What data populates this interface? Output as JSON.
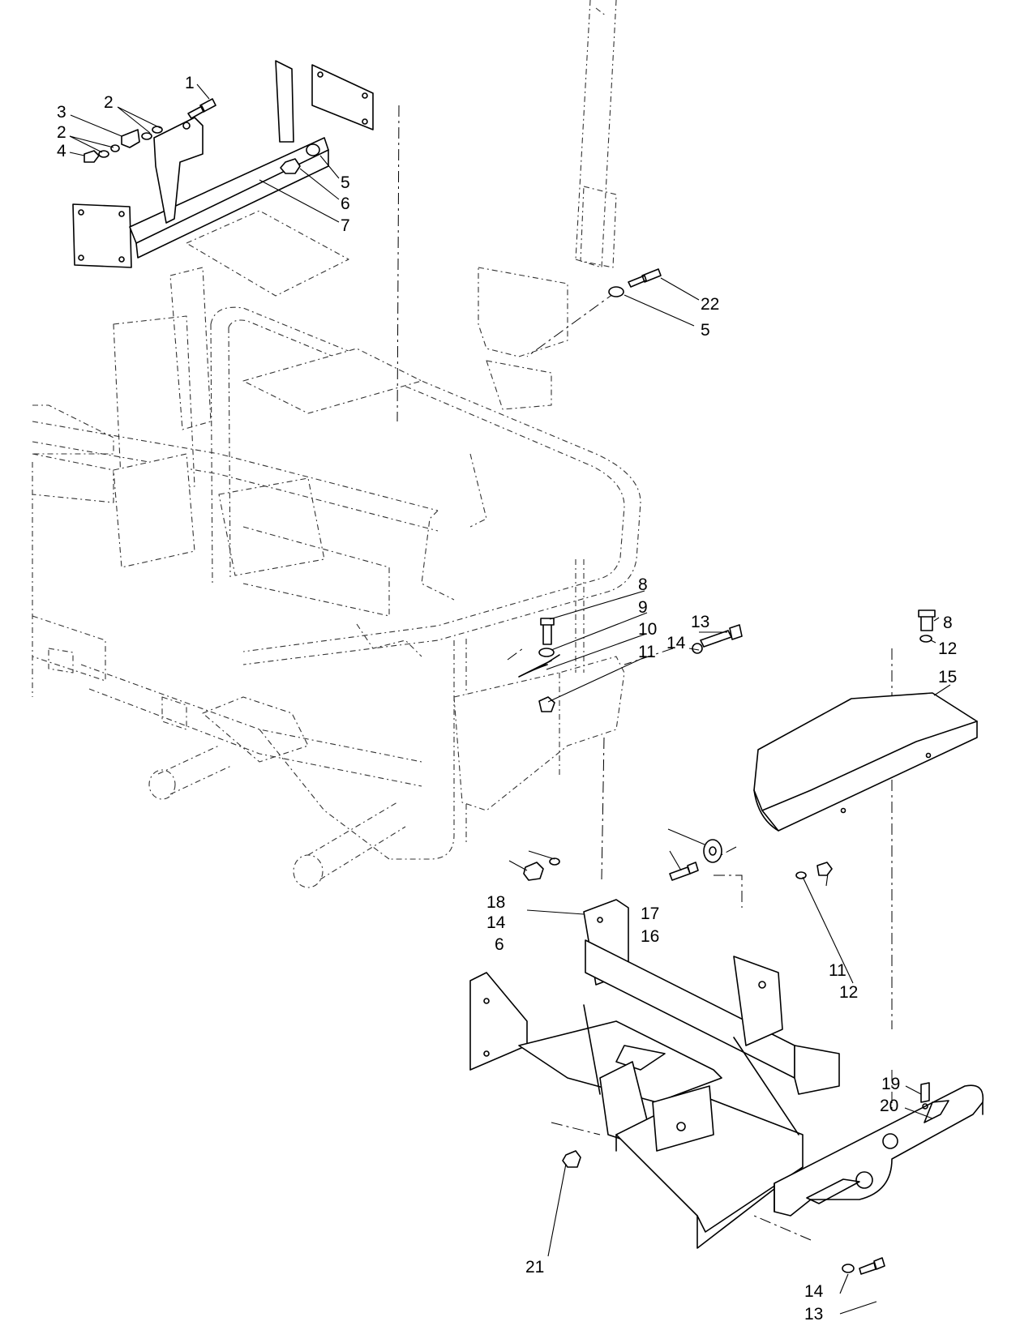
{
  "diagram": {
    "callouts": [
      {
        "id": "c1",
        "text": "1"
      },
      {
        "id": "c3",
        "text": "3"
      },
      {
        "id": "c2a",
        "text": "2"
      },
      {
        "id": "c2b",
        "text": "2"
      },
      {
        "id": "c4",
        "text": "4"
      },
      {
        "id": "c5a",
        "text": "5"
      },
      {
        "id": "c6a",
        "text": "6"
      },
      {
        "id": "c7",
        "text": "7"
      },
      {
        "id": "c22",
        "text": "22"
      },
      {
        "id": "c5b",
        "text": "5"
      },
      {
        "id": "c8a",
        "text": "8"
      },
      {
        "id": "c9",
        "text": "9"
      },
      {
        "id": "c10",
        "text": "10"
      },
      {
        "id": "c11a",
        "text": "11"
      },
      {
        "id": "c13a",
        "text": "13"
      },
      {
        "id": "c14a",
        "text": "14"
      },
      {
        "id": "c8b",
        "text": "8"
      },
      {
        "id": "c12a",
        "text": "12"
      },
      {
        "id": "c15",
        "text": "15"
      },
      {
        "id": "c18",
        "text": "18"
      },
      {
        "id": "c14b",
        "text": "14"
      },
      {
        "id": "c6b",
        "text": "6"
      },
      {
        "id": "c17",
        "text": "17"
      },
      {
        "id": "c16",
        "text": "16"
      },
      {
        "id": "c11b",
        "text": "11"
      },
      {
        "id": "c12b",
        "text": "12"
      },
      {
        "id": "c19",
        "text": "19"
      },
      {
        "id": "c20",
        "text": "20"
      },
      {
        "id": "c21",
        "text": "21"
      },
      {
        "id": "c14c",
        "text": "14"
      },
      {
        "id": "c13b",
        "text": "13"
      }
    ]
  }
}
